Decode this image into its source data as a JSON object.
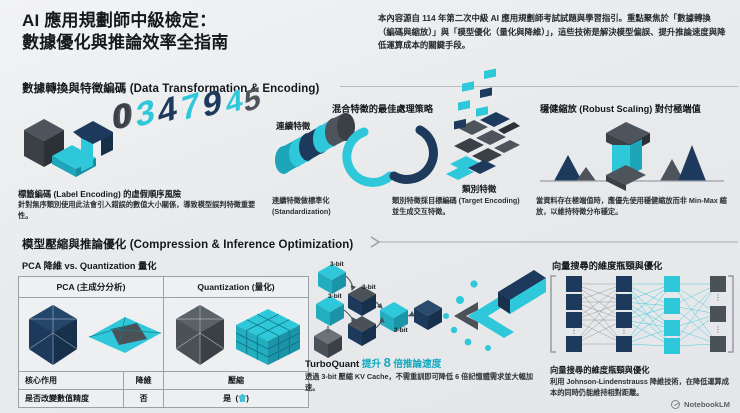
{
  "header": {
    "title_line1": "AI 應用規劃師中級檢定：",
    "title_line2": "數據優化與推論效率全指南",
    "intro": "本內容源自 114 年第二次中級 AI 應用規劃師考試試題與學習指引。重點聚焦於「數據轉換（編碼與縮放）」與「模型優化（量化與降維）」，這些技術是解決模型偏誤、提升推論速度與降低運算成本的關鍵手段。"
  },
  "section1": {
    "title": "數據轉換與特徵編碼 (Data Transformation & Encoding)",
    "label_encoding": {
      "caption_title": "標籤編碼 (Label Encoding) 的虛假順序風險",
      "caption_body": "針對無序類別使用此法會引入錯誤的數值大小關係，導致模型誤判特徵重要性。",
      "digits": [
        "0",
        "3",
        "4",
        "7",
        "9",
        "4",
        "5"
      ]
    },
    "mixed_features": {
      "title": "混合特徵的最佳處理策略",
      "continuous_tag": "連續特徵",
      "continuous_caption": "連續特徵做標準化 (Standardization)",
      "categorical_tag": "類別特徵",
      "categorical_caption": "類別特徵採目標編碼 (Target Encoding) 並生成交互特徵。"
    },
    "robust_scaling": {
      "title": "穩健縮放 (Robust Scaling) 對付極端值",
      "caption": "當資料存在極端值時，應優先使用穩健縮放而非 Min-Max 縮放，以維持特徵分布穩定。"
    }
  },
  "section2": {
    "title": "模型壓縮與推論優化 (Compression & Inference Optimization)",
    "pca_vs_quant": {
      "subtitle": "PCA 降維 vs. Quantization 量化",
      "columns": [
        "PCA (主成分分析)",
        "Quantization (量化)"
      ],
      "rows": [
        {
          "label": "核心作用",
          "pca": "降維",
          "quant": "壓縮"
        },
        {
          "label": "是否改變數值精度",
          "pca": "否",
          "quant": "是",
          "quant_note": "會"
        }
      ]
    },
    "turboquant": {
      "title_plain": "TurboQuant",
      "title_accent_pre": "提升",
      "title_number": "8",
      "title_accent_post": "倍推論速度",
      "body": "透過 3-bit 壓縮 KV Cache，不需重訓即可降低 6 倍記憶體需求並大幅加速。",
      "node_labels": [
        "3-bit",
        "3-bit",
        "3-bit",
        "3-bit"
      ]
    },
    "vector_search": {
      "title_top": "向量搜尋的維度瓶頸與優化",
      "title_bottom": "向量搜尋的維度瓶頸與優化",
      "caption": "利用 Johnson-Lindenstrauss 降維技術，在降低運算成本的同時仍能維持相對距離。"
    }
  },
  "footer": {
    "brand": "NotebookLM"
  },
  "colors": {
    "background": "#e9ebed",
    "accent_cyan": "#2ec8da",
    "accent_teal": "#13a9c0",
    "navy": "#1d3a5c",
    "navy_dark": "#16293f",
    "slate": "#4a5157",
    "slate_dark": "#343a40",
    "text": "#16191c"
  }
}
